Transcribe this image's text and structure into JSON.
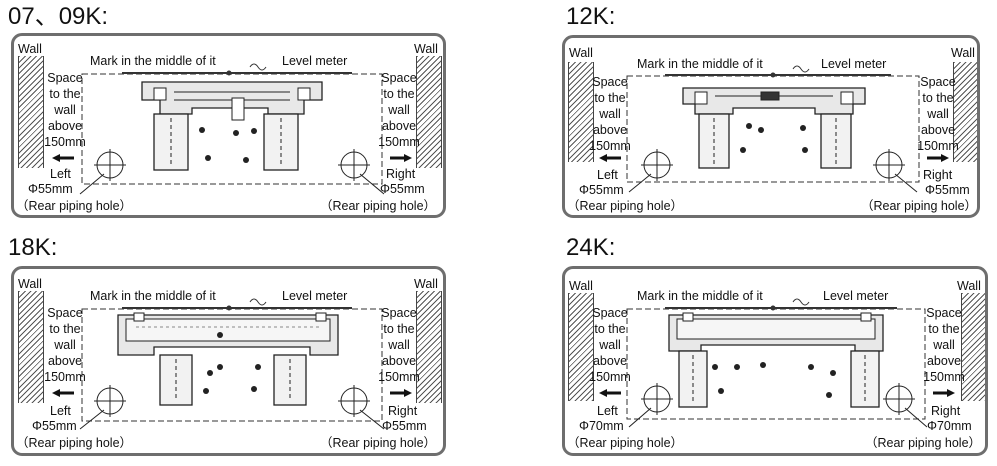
{
  "panels": [
    {
      "heading": "07、09K:",
      "wall_left": "Wall",
      "wall_right": "Wall",
      "mark_label": "Mark in the middle of it",
      "level_label": "Level meter",
      "space_lines": [
        "Space",
        "to the",
        "wall",
        "above",
        "150mm"
      ],
      "left_side": "Left",
      "left_dia": "Φ55mm",
      "right_side": "Right",
      "right_dia": "Φ55mm",
      "rear_left": "（Rear piping hole）",
      "rear_right": "（Rear piping hole）"
    },
    {
      "heading": "12K:",
      "wall_left": "Wall",
      "wall_right": "Wall",
      "mark_label": "Mark in the middle of it",
      "level_label": "Level meter",
      "space_lines": [
        "Space",
        "to the",
        "wall",
        "above",
        "150mm"
      ],
      "left_side": "Left",
      "left_dia": "Φ55mm",
      "right_side": "Right",
      "right_dia": "Φ55mm",
      "rear_left": "（Rear piping hole）",
      "rear_right": "（Rear piping hole）"
    },
    {
      "heading": "18K:",
      "wall_left": "Wall",
      "wall_right": "Wall",
      "mark_label": "Mark in the middle of it",
      "level_label": "Level meter",
      "space_lines": [
        "Space",
        "to the",
        "wall",
        "above",
        "150mm"
      ],
      "left_side": "Left",
      "left_dia": "Φ55mm",
      "right_side": "Right",
      "right_dia": "Φ55mm",
      "rear_left": "（Rear piping hole）",
      "rear_right": "（Rear piping hole）"
    },
    {
      "heading": "24K:",
      "wall_left": "Wall",
      "wall_right": "Wall",
      "mark_label": "Mark in the middle of it",
      "level_label": "Level meter",
      "space_lines": [
        "Space",
        "to the",
        "wall",
        "above",
        "150mm"
      ],
      "left_side": "Left",
      "left_dia": "Φ70mm",
      "right_side": "Right",
      "right_dia": "Φ70mm",
      "rear_left": "（Rear piping hole）",
      "rear_right": "（Rear piping hole）"
    }
  ]
}
